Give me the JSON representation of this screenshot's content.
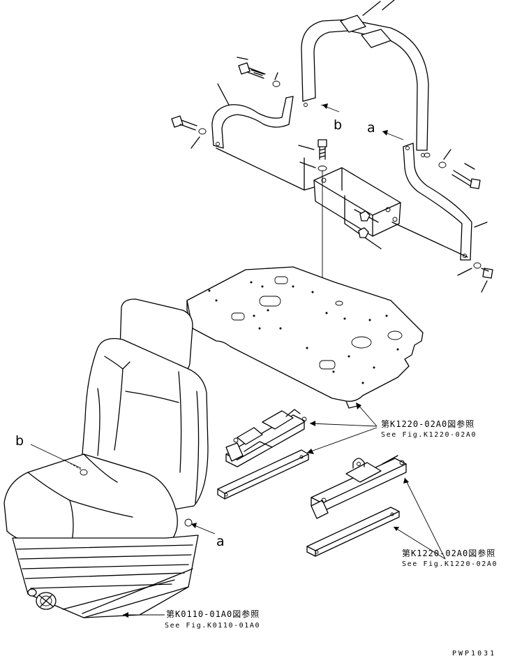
{
  "labels": {
    "b_top": "b",
    "a_top": "a",
    "b_seat": "b",
    "a_seat": "a"
  },
  "refs": {
    "rail_upper_jp": "第K1220-02A0図参照",
    "rail_upper_en": "See Fig.K1220-02A0",
    "rail_lower_jp": "第K1220-02A0図参照",
    "rail_lower_en": "See Fig.K1220-02A0",
    "seat_jp": "第K0110-01A0図参照",
    "seat_en": "See Fig.K0110-01A0"
  },
  "drawing_code": "PWP1031"
}
